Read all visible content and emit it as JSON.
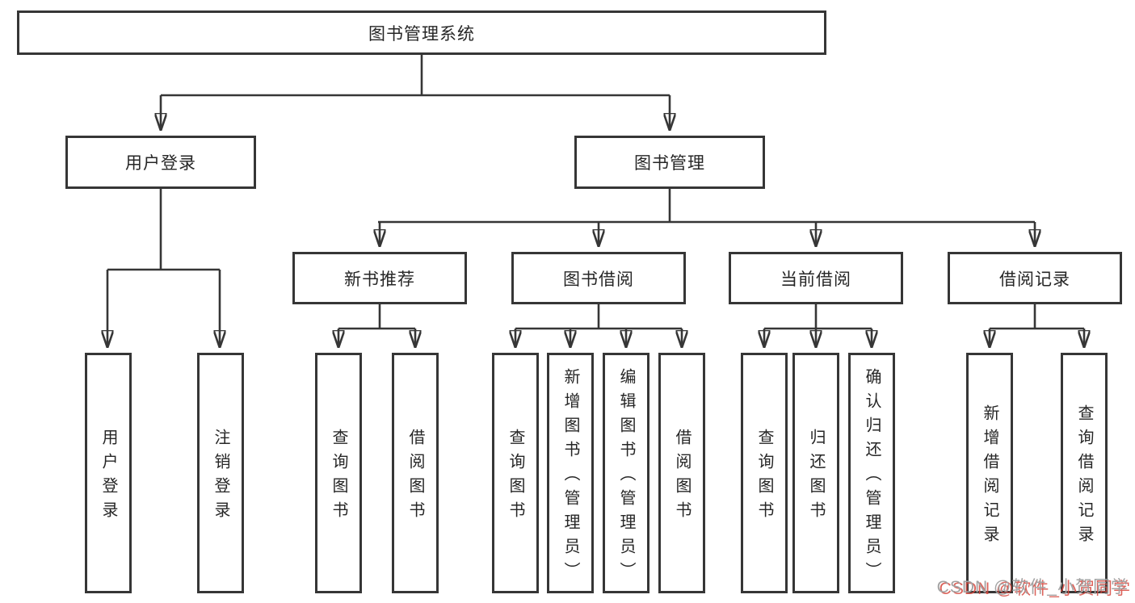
{
  "diagram": {
    "root": {
      "label": "图书管理系统"
    },
    "level2": [
      {
        "label": "用户登录"
      },
      {
        "label": "图书管理"
      }
    ],
    "level3": [
      {
        "label": "新书推荐"
      },
      {
        "label": "图书借阅"
      },
      {
        "label": "当前借阅"
      },
      {
        "label": "借阅记录"
      }
    ],
    "leaves": [
      {
        "label": "用户登录"
      },
      {
        "label": "注销登录"
      },
      {
        "label": "查询图书"
      },
      {
        "label": "借阅图书"
      },
      {
        "label": "查询图书"
      },
      {
        "label": "新增图书（管理员）"
      },
      {
        "label": "编辑图书（管理员）"
      },
      {
        "label": "借阅图书"
      },
      {
        "label": "查询图书"
      },
      {
        "label": "归还图书"
      },
      {
        "label": "确认归还（管理员）"
      },
      {
        "label": "新增借阅记录"
      },
      {
        "label": "查询借阅记录"
      }
    ],
    "colors": {
      "line": "#363636",
      "box_border": "#363636",
      "box_fill": "#ffffff",
      "text": "#262626",
      "watermark_gray": "#a3a3a3",
      "watermark_red": "#d6483e"
    }
  },
  "watermark": {
    "text": "CSDN @软件_小贺同学"
  }
}
